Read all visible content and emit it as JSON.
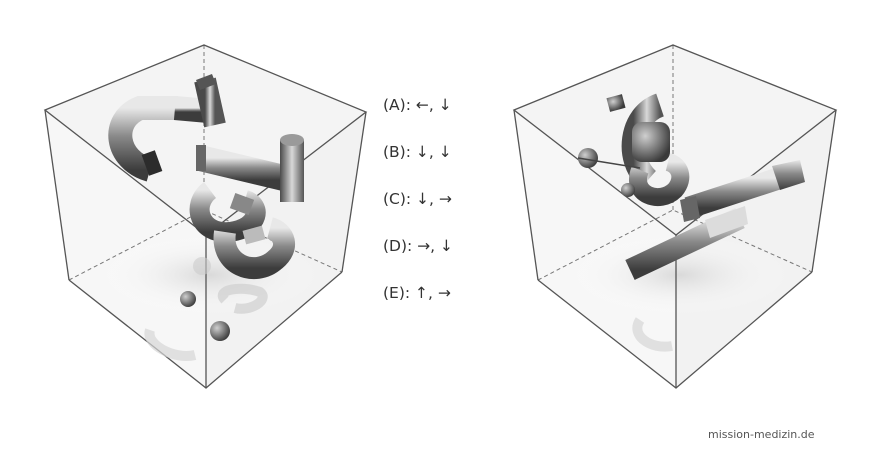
{
  "options": [
    {
      "label": "(A): ←, ↓"
    },
    {
      "label": "(B): ↓, ↓"
    },
    {
      "label": "(C): ↓, →"
    },
    {
      "label": "(D): →, ↓"
    },
    {
      "label": "(E): ↑, →"
    }
  ],
  "watermark": "mission-medizin.de",
  "colors": {
    "cube_edge": "#555555",
    "tube_dark": "#3a3a3a",
    "tube_light": "#e6e6e6",
    "text": "#333333"
  }
}
